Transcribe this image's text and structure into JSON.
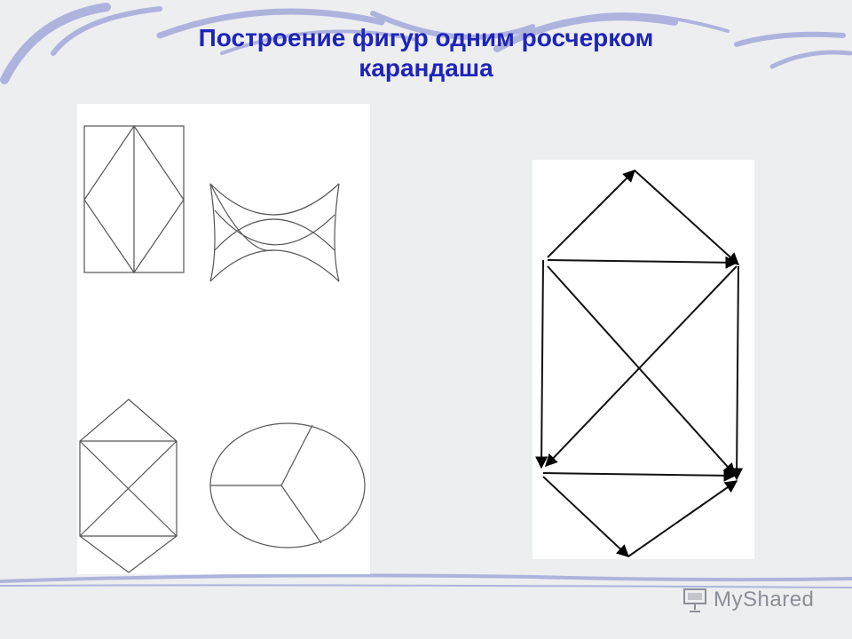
{
  "slide": {
    "title_line1": "Построение фигур одним росчерком",
    "title_line2": "карандаша"
  },
  "logo": {
    "text": "MyShared",
    "icon": "projector-screen-icon"
  },
  "colors": {
    "title": "#1f24b8",
    "background": "#eceef0",
    "swoosh": "#9aa0d8",
    "line": "#555555",
    "arrow": "#000000"
  }
}
